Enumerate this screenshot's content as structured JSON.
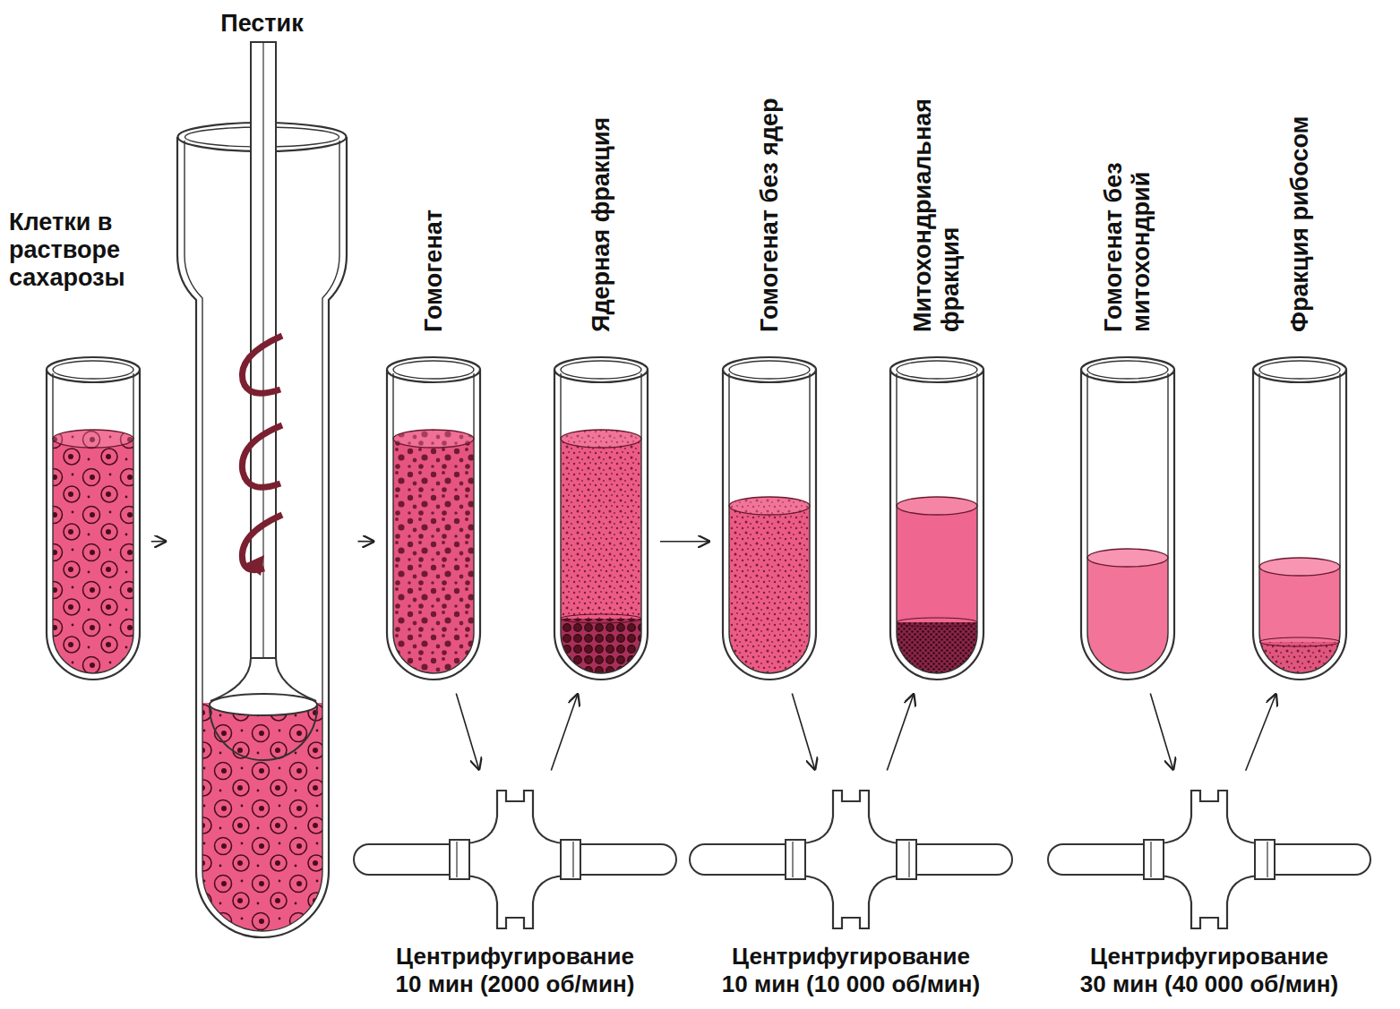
{
  "diagram": {
    "nodes": [
      {
        "text": [
          "Клетки в растворе сахарозы"
        ]
      },
      {
        "text": [
          "Пестик"
        ]
      },
      {
        "text": [
          "Гомогенат"
        ]
      },
      {
        "text": [
          "Ядерная фракция"
        ]
      },
      {
        "text": [
          "Гомогенат без ядер"
        ]
      },
      {
        "text": [
          "Митохондриальная фракция"
        ]
      },
      {
        "text": [
          "Гомогенат без митохондрий"
        ]
      },
      {
        "text": [
          "Фракция рибосом"
        ]
      },
      {
        "text": [
          "Центрифугирование 10 мин (2000 об/мин)"
        ]
      },
      {
        "text": [
          "Центрифугирование 10 мин (10 000 об/мин)"
        ]
      },
      {
        "text": [
          "Центрифугирование 30 мин (40 000 об/мин)"
        ]
      }
    ],
    "edges": [
      {
        "from": 0,
        "to": 1,
        "arrow": "to"
      },
      {
        "from": 1,
        "to": 2,
        "arrow": "to"
      },
      {
        "from": 2,
        "to": 8,
        "arrow": "to"
      },
      {
        "from": 8,
        "to": 3,
        "arrow": "to"
      },
      {
        "from": 3,
        "to": 4,
        "arrow": "to"
      },
      {
        "from": 4,
        "to": 9,
        "arrow": "to"
      },
      {
        "from": 9,
        "to": 5,
        "arrow": "to"
      },
      {
        "from": 6,
        "to": 10,
        "arrow": "to"
      },
      {
        "from": 10,
        "to": 7,
        "arrow": "to"
      }
    ]
  }
}
